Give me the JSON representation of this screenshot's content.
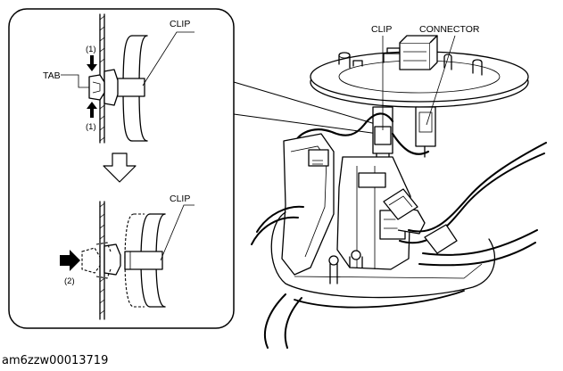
{
  "labels": {
    "inset_clip_top": "CLIP",
    "inset_clip_bottom": "CLIP",
    "tab": "TAB",
    "step_1_top": "(1)",
    "step_1_bottom": "(1)",
    "step_2": "(2)",
    "main_clip": "CLIP",
    "main_connector": "CONNECTOR"
  },
  "caption": "am6zzw00013719",
  "icons": {
    "down_arrow": "hollow-down-arrow-icon",
    "press_arrow": "solid-arrow-icon"
  }
}
